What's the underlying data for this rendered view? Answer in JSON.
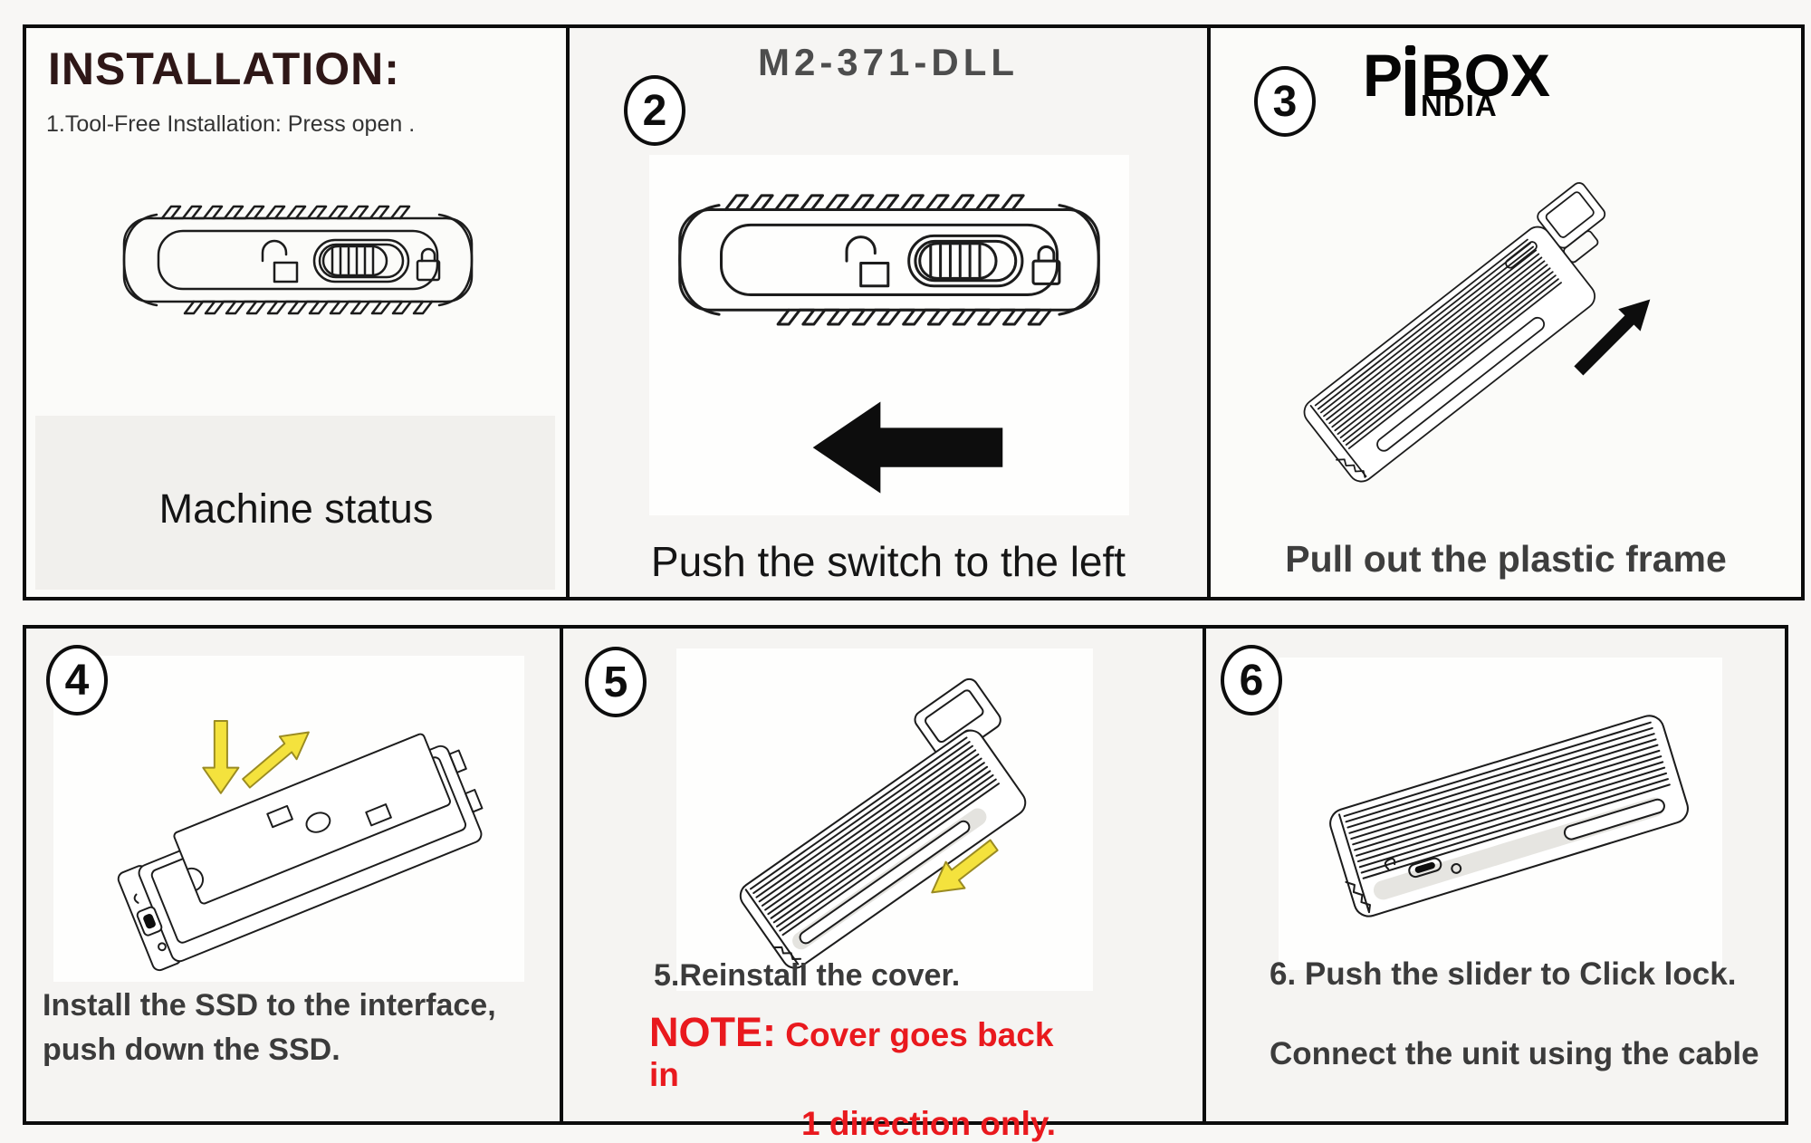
{
  "colors": {
    "title_maroon": "#2e1717",
    "note_red": "#e9191e",
    "text_dark": "#3b3b3b",
    "arrow_yellow": "#f4e23d",
    "arrow_black": "#0d0d0d"
  },
  "panels": [
    {
      "title": "INSTALLATION:",
      "subtitle": "1.Tool-Free Installation: Press open .",
      "caption": "Machine status"
    },
    {
      "number": "2",
      "title": "M2-371-DLL",
      "caption": "Push the switch to the left"
    },
    {
      "number": "3",
      "logo": {
        "p": "P",
        "box": "BOX",
        "india": "NDIA"
      },
      "caption": "Pull out the plastic frame"
    },
    {
      "number": "4",
      "caption_line1": "Install the SSD to the interface,",
      "caption_line2": "push down the SSD."
    },
    {
      "number": "5",
      "caption": "5.Reinstall the cover.",
      "note": {
        "label": "NOTE:",
        "line1": " Cover goes back in",
        "line2": "1 direction only."
      }
    },
    {
      "number": "6",
      "caption1": "6. Push the slider to Click lock.",
      "caption2": "Connect the unit using the cable"
    }
  ]
}
